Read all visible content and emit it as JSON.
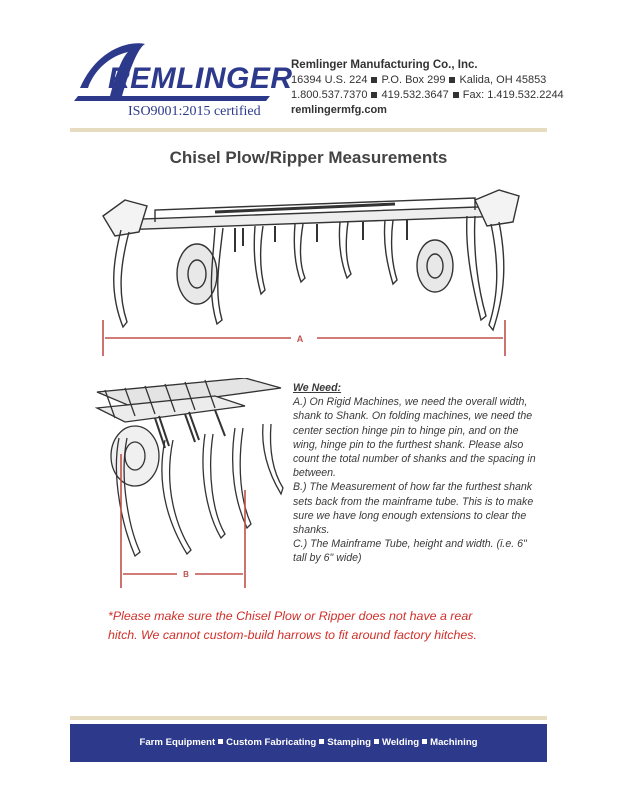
{
  "brand": {
    "logo_text": "REMLINGER",
    "certification": "ISO9001:2015 certified",
    "brand_color": "#2d3a8c"
  },
  "company": {
    "name": "Remlinger Manufacturing Co., Inc.",
    "address": [
      "16394 U.S. 224",
      "P.O. Box 299",
      "Kalida, OH 45853"
    ],
    "phones": [
      "1.800.537.7370",
      "419.532.3647",
      "Fax: 1.419.532.2244"
    ],
    "website": "remlingermfg.com"
  },
  "title": "Chisel Plow/Ripper Measurements",
  "figures": {
    "top_label": "A",
    "side_label": "B",
    "dimension_color": "#c0504d"
  },
  "needs": {
    "heading": "We Need:",
    "items": [
      "A.) On Rigid Machines, we need the overall width, shank to Shank.  On folding machines, we need the center section hinge pin to hinge pin, and on the wing, hinge pin to the furthest shank.  Please also count the total number of shanks and the spacing in between.",
      "B.) The Measurement of how far the furthest shank sets back from the mainframe tube.  This is to make sure we have long enough extensions to clear the shanks.",
      "C.) The Mainframe Tube, height and width. (i.e. 6\" tall by 6\" wide)"
    ]
  },
  "note": {
    "line1": "*Please make sure the Chisel Plow or Ripper does not have a rear",
    "line2": "hitch.  We cannot custom-build harrows to fit around factory hitches.",
    "color": "#d0302a"
  },
  "footer": {
    "services": [
      "Farm Equipment",
      "Custom Fabricating",
      "Stamping",
      "Welding",
      "Machining"
    ]
  }
}
